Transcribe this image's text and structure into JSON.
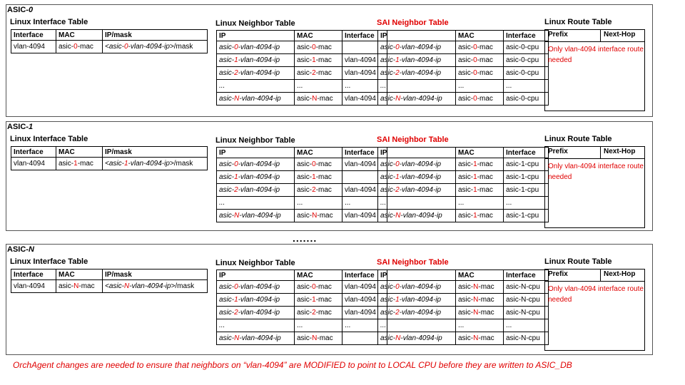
{
  "asics": [
    {
      "label_prefix": "ASIC-",
      "label_index": "0",
      "interface_table": {
        "title": "Linux Interface Table",
        "headers": [
          "Interface",
          "MAC",
          "IP/mask"
        ],
        "row": {
          "iface": "vlan-4094",
          "mac_pre": "asic-",
          "mac_idx": "0",
          "mac_suf": "-mac",
          "ip_pre": "<asic-",
          "ip_idx": "0",
          "ip_suf": "-vlan-4094-ip>",
          "ip_mask": "/mask"
        }
      },
      "neighbor_table": {
        "title": "Linux Neighbor Table",
        "headers": [
          "IP",
          "MAC",
          "Interface"
        ],
        "rows": [
          {
            "ip_pre": "asic-",
            "ip_idx": "0",
            "ip_suf": "-vlan-4094-ip",
            "mac_pre": "asic-",
            "mac_idx": "0",
            "mac_suf": "-mac",
            "iface": ""
          },
          {
            "ip_pre": "asic-",
            "ip_idx": "1",
            "ip_suf": "-vlan-4094-ip",
            "mac_pre": "asic-",
            "mac_idx": "1",
            "mac_suf": "-mac",
            "iface": "vlan-4094"
          },
          {
            "ip_pre": "asic-",
            "ip_idx": "2",
            "ip_suf": "-vlan-4094-ip",
            "mac_pre": "asic-",
            "mac_idx": "2",
            "mac_suf": "-mac",
            "iface": "vlan-4094"
          },
          {
            "ip_pre": "...",
            "ip_idx": "",
            "ip_suf": "",
            "mac_pre": "...",
            "mac_idx": "",
            "mac_suf": "",
            "iface": "..."
          },
          {
            "ip_pre": "asic-",
            "ip_idx": "N",
            "ip_suf": "-vlan-4094-ip",
            "mac_pre": "asic-",
            "mac_idx": "N",
            "mac_suf": "-mac",
            "iface": "vlan-4094"
          }
        ]
      },
      "sai_table": {
        "title": "SAI Neighbor Table",
        "headers": [
          "IP",
          "MAC",
          "Interface"
        ],
        "rows": [
          {
            "ip_pre": "asic-",
            "ip_idx": "0",
            "ip_suf": "-vlan-4094-ip",
            "mac_pre": "asic-",
            "mac_idx": "0",
            "mac_suf": "-mac",
            "iface": "asic-0-cpu"
          },
          {
            "ip_pre": "asic-",
            "ip_idx": "1",
            "ip_suf": "-vlan-4094-ip",
            "mac_pre": "asic-",
            "mac_idx": "0",
            "mac_suf": "-mac",
            "iface": "asic-0-cpu"
          },
          {
            "ip_pre": "asic-",
            "ip_idx": "2",
            "ip_suf": "-vlan-4094-ip",
            "mac_pre": "asic-",
            "mac_idx": "0",
            "mac_suf": "-mac",
            "iface": "asic-0-cpu"
          },
          {
            "ip_pre": "...",
            "ip_idx": "",
            "ip_suf": "",
            "mac_pre": "...",
            "mac_idx": "",
            "mac_suf": "",
            "iface": "..."
          },
          {
            "ip_pre": "asic-",
            "ip_idx": "N",
            "ip_suf": "-vlan-4094-ip",
            "mac_pre": "asic-",
            "mac_idx": "0",
            "mac_suf": "-mac",
            "iface": "asic-0-cpu"
          }
        ]
      },
      "route_table": {
        "title": "Linux Route Table",
        "headers": [
          "Prefix",
          "Next-Hop"
        ],
        "note": "Only vlan-4094 interface route needed"
      }
    },
    {
      "label_prefix": "ASIC-",
      "label_index": "1",
      "interface_table": {
        "title": "Linux Interface Table",
        "headers": [
          "Interface",
          "MAC",
          "IP/mask"
        ],
        "row": {
          "iface": "vlan-4094",
          "mac_pre": "asic-",
          "mac_idx": "1",
          "mac_suf": "-mac",
          "ip_pre": "<asic-",
          "ip_idx": "1",
          "ip_suf": "-vlan-4094-ip>",
          "ip_mask": "/mask"
        }
      },
      "neighbor_table": {
        "title": "Linux Neighbor Table",
        "headers": [
          "IP",
          "MAC",
          "Interface"
        ],
        "rows": [
          {
            "ip_pre": "asic-",
            "ip_idx": "0",
            "ip_suf": "-vlan-4094-ip",
            "mac_pre": "asic-",
            "mac_idx": "0",
            "mac_suf": "-mac",
            "iface": "vlan-4094"
          },
          {
            "ip_pre": "asic-",
            "ip_idx": "1",
            "ip_suf": "-vlan-4094-ip",
            "mac_pre": "asic-",
            "mac_idx": "1",
            "mac_suf": "-mac",
            "iface": ""
          },
          {
            "ip_pre": "asic-",
            "ip_idx": "2",
            "ip_suf": "-vlan-4094-ip",
            "mac_pre": "asic-",
            "mac_idx": "2",
            "mac_suf": "-mac",
            "iface": "vlan-4094"
          },
          {
            "ip_pre": "...",
            "ip_idx": "",
            "ip_suf": "",
            "mac_pre": "...",
            "mac_idx": "",
            "mac_suf": "",
            "iface": "..."
          },
          {
            "ip_pre": "asic-",
            "ip_idx": "N",
            "ip_suf": "-vlan-4094-ip",
            "mac_pre": "asic-",
            "mac_idx": "N",
            "mac_suf": "-mac",
            "iface": "vlan-4094"
          }
        ]
      },
      "sai_table": {
        "title": "SAI Neighbor Table",
        "headers": [
          "IP",
          "MAC",
          "Interface"
        ],
        "rows": [
          {
            "ip_pre": "asic-",
            "ip_idx": "0",
            "ip_suf": "-vlan-4094-ip",
            "mac_pre": "asic-",
            "mac_idx": "1",
            "mac_suf": "-mac",
            "iface": "asic-1-cpu"
          },
          {
            "ip_pre": "asic-",
            "ip_idx": "1",
            "ip_suf": "-vlan-4094-ip",
            "mac_pre": "asic-",
            "mac_idx": "1",
            "mac_suf": "-mac",
            "iface": "asic-1-cpu"
          },
          {
            "ip_pre": "asic-",
            "ip_idx": "2",
            "ip_suf": "-vlan-4094-ip",
            "mac_pre": "asic-",
            "mac_idx": "1",
            "mac_suf": "-mac",
            "iface": "asic-1-cpu"
          },
          {
            "ip_pre": "...",
            "ip_idx": "",
            "ip_suf": "",
            "mac_pre": "...",
            "mac_idx": "",
            "mac_suf": "",
            "iface": "..."
          },
          {
            "ip_pre": "asic-",
            "ip_idx": "N",
            "ip_suf": "-vlan-4094-ip",
            "mac_pre": "asic-",
            "mac_idx": "1",
            "mac_suf": "-mac",
            "iface": "asic-1-cpu"
          }
        ]
      },
      "route_table": {
        "title": "Linux Route Table",
        "headers": [
          "Prefix",
          "Next-Hop"
        ],
        "note": "Only vlan-4094 interface route needed"
      }
    },
    {
      "label_prefix": "ASIC-",
      "label_index": "N",
      "interface_table": {
        "title": "Linux Interface Table",
        "headers": [
          "Interface",
          "MAC",
          "IP/mask"
        ],
        "row": {
          "iface": "vlan-4094",
          "mac_pre": "asic-",
          "mac_idx": "N",
          "mac_suf": "-mac",
          "ip_pre": "<asic-",
          "ip_idx": "N",
          "ip_suf": "-vlan-4094-ip>",
          "ip_mask": "/mask"
        }
      },
      "neighbor_table": {
        "title": "Linux Neighbor Table",
        "headers": [
          "IP",
          "MAC",
          "Interface"
        ],
        "rows": [
          {
            "ip_pre": "asic-",
            "ip_idx": "0",
            "ip_suf": "-vlan-4094-ip",
            "mac_pre": "asic-",
            "mac_idx": "0",
            "mac_suf": "-mac",
            "iface": "vlan-4094"
          },
          {
            "ip_pre": "asic-",
            "ip_idx": "1",
            "ip_suf": "-vlan-4094-ip",
            "mac_pre": "asic-",
            "mac_idx": "1",
            "mac_suf": "-mac",
            "iface": "vlan-4094"
          },
          {
            "ip_pre": "asic-",
            "ip_idx": "2",
            "ip_suf": "-vlan-4094-ip",
            "mac_pre": "asic-",
            "mac_idx": "2",
            "mac_suf": "-mac",
            "iface": "vlan-4094"
          },
          {
            "ip_pre": "...",
            "ip_idx": "",
            "ip_suf": "",
            "mac_pre": "...",
            "mac_idx": "",
            "mac_suf": "",
            "iface": "..."
          },
          {
            "ip_pre": "asic-",
            "ip_idx": "N",
            "ip_suf": "-vlan-4094-ip",
            "mac_pre": "asic-",
            "mac_idx": "N",
            "mac_suf": "-mac",
            "iface": ""
          }
        ]
      },
      "sai_table": {
        "title": "SAI Neighbor Table",
        "headers": [
          "IP",
          "MAC",
          "Interface"
        ],
        "rows": [
          {
            "ip_pre": "asic-",
            "ip_idx": "0",
            "ip_suf": "-vlan-4094-ip",
            "mac_pre": "asic-",
            "mac_idx": "N",
            "mac_suf": "-mac",
            "iface": "asic-N-cpu"
          },
          {
            "ip_pre": "asic-",
            "ip_idx": "1",
            "ip_suf": "-vlan-4094-ip",
            "mac_pre": "asic-",
            "mac_idx": "N",
            "mac_suf": "-mac",
            "iface": "asic-N-cpu"
          },
          {
            "ip_pre": "asic-",
            "ip_idx": "2",
            "ip_suf": "-vlan-4094-ip",
            "mac_pre": "asic-",
            "mac_idx": "N",
            "mac_suf": "-mac",
            "iface": "asic-N-cpu"
          },
          {
            "ip_pre": "...",
            "ip_idx": "",
            "ip_suf": "",
            "mac_pre": "...",
            "mac_idx": "",
            "mac_suf": "",
            "iface": "..."
          },
          {
            "ip_pre": "asic-",
            "ip_idx": "N",
            "ip_suf": "-vlan-4094-ip",
            "mac_pre": "asic-",
            "mac_idx": "N",
            "mac_suf": "-mac",
            "iface": "asic-N-cpu"
          }
        ]
      },
      "route_table": {
        "title": "Linux Route Table",
        "headers": [
          "Prefix",
          "Next-Hop"
        ],
        "note": "Only vlan-4094 interface route needed"
      }
    }
  ],
  "ellipsis": ".......",
  "footer": "OrchAgent changes are needed  to ensure that neighbors on  “vlan-4094”  are MODIFIED  to point to LOCAL CPU before they are written to ASIC_DB",
  "colors": {
    "accent_red": "#e00000",
    "border": "#000000"
  }
}
